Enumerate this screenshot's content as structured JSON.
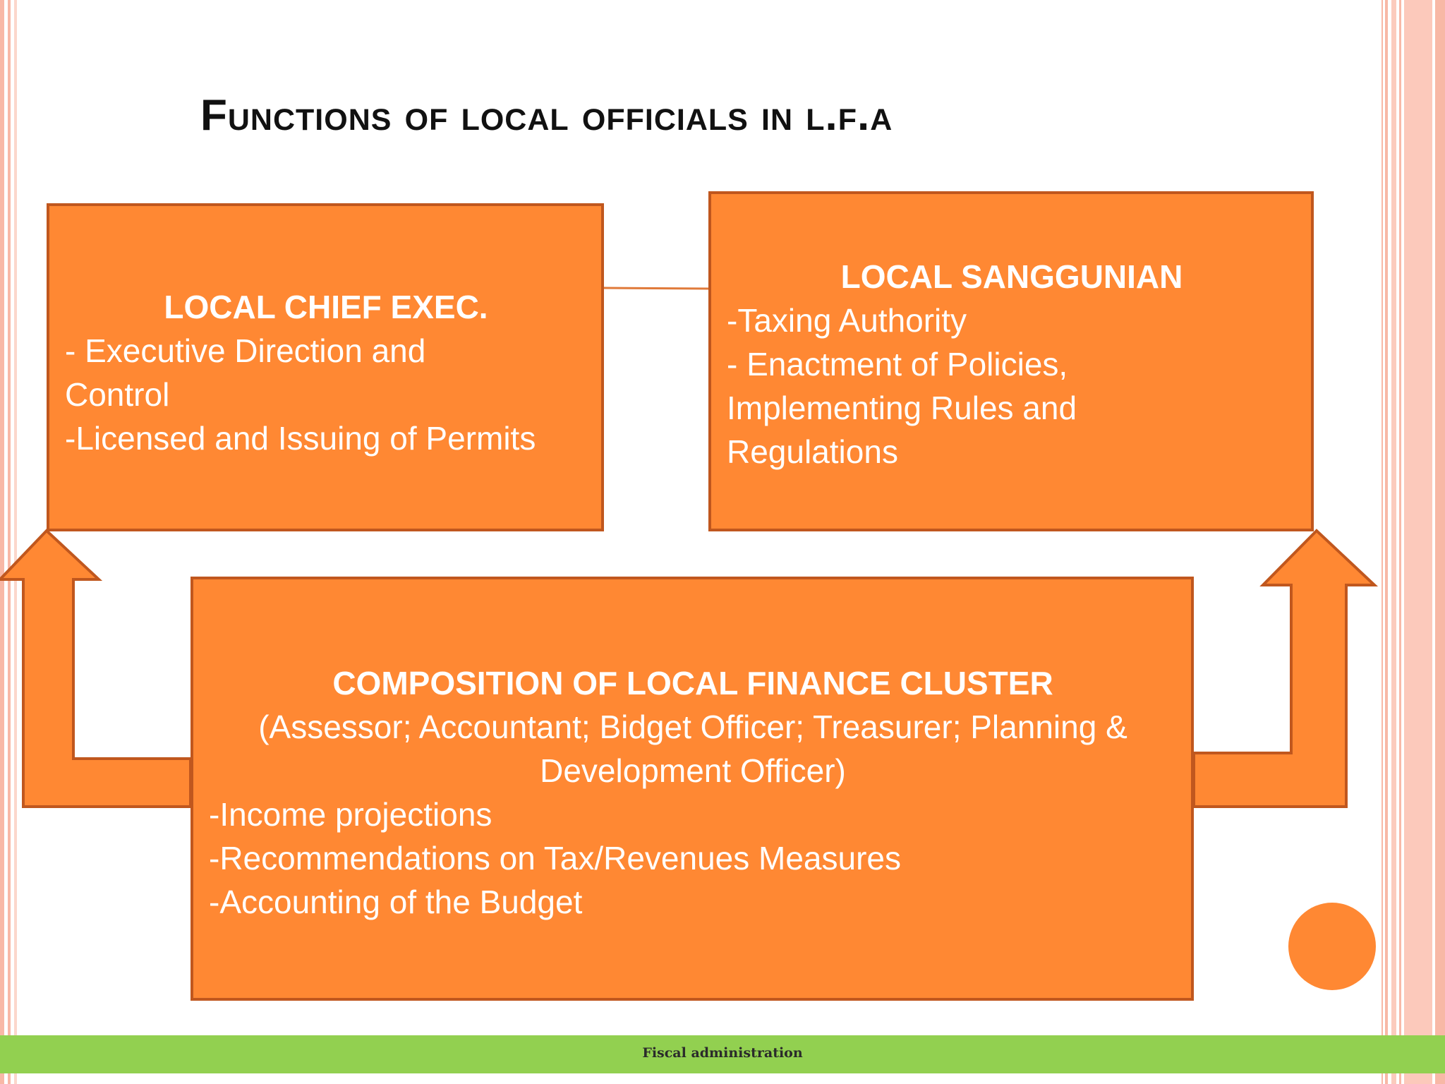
{
  "slide": {
    "title": "Functions of local officials in l.f.a",
    "footer": "Fiscal administration"
  },
  "boxes": {
    "chief": {
      "heading": "LOCAL CHIEF EXEC.",
      "lines": [
        "- Executive Direction and",
        "Control",
        "-Licensed and Issuing of Permits"
      ]
    },
    "sanggunian": {
      "heading": "LOCAL SANGGUNIAN",
      "lines": [
        "-Taxing Authority",
        "- Enactment of Policies,",
        "Implementing Rules and",
        "Regulations"
      ]
    },
    "cluster": {
      "heading": "COMPOSITION OF LOCAL FINANCE CLUSTER",
      "members": [
        "(Assessor; Accountant; Bidget Officer; Treasurer; Planning &",
        "Development Officer)"
      ],
      "lines": [
        "-Income projections",
        "-Recommendations on Tax/Revenues Measures",
        "-Accounting of the Budget"
      ]
    }
  },
  "colors": {
    "box_fill": "#ff8833",
    "box_border": "#c0571e",
    "footer_bar": "#92d050",
    "stripes": "#f8b8a6"
  },
  "icons": [
    "up-arrow-left",
    "up-arrow-right",
    "accent-circle"
  ]
}
